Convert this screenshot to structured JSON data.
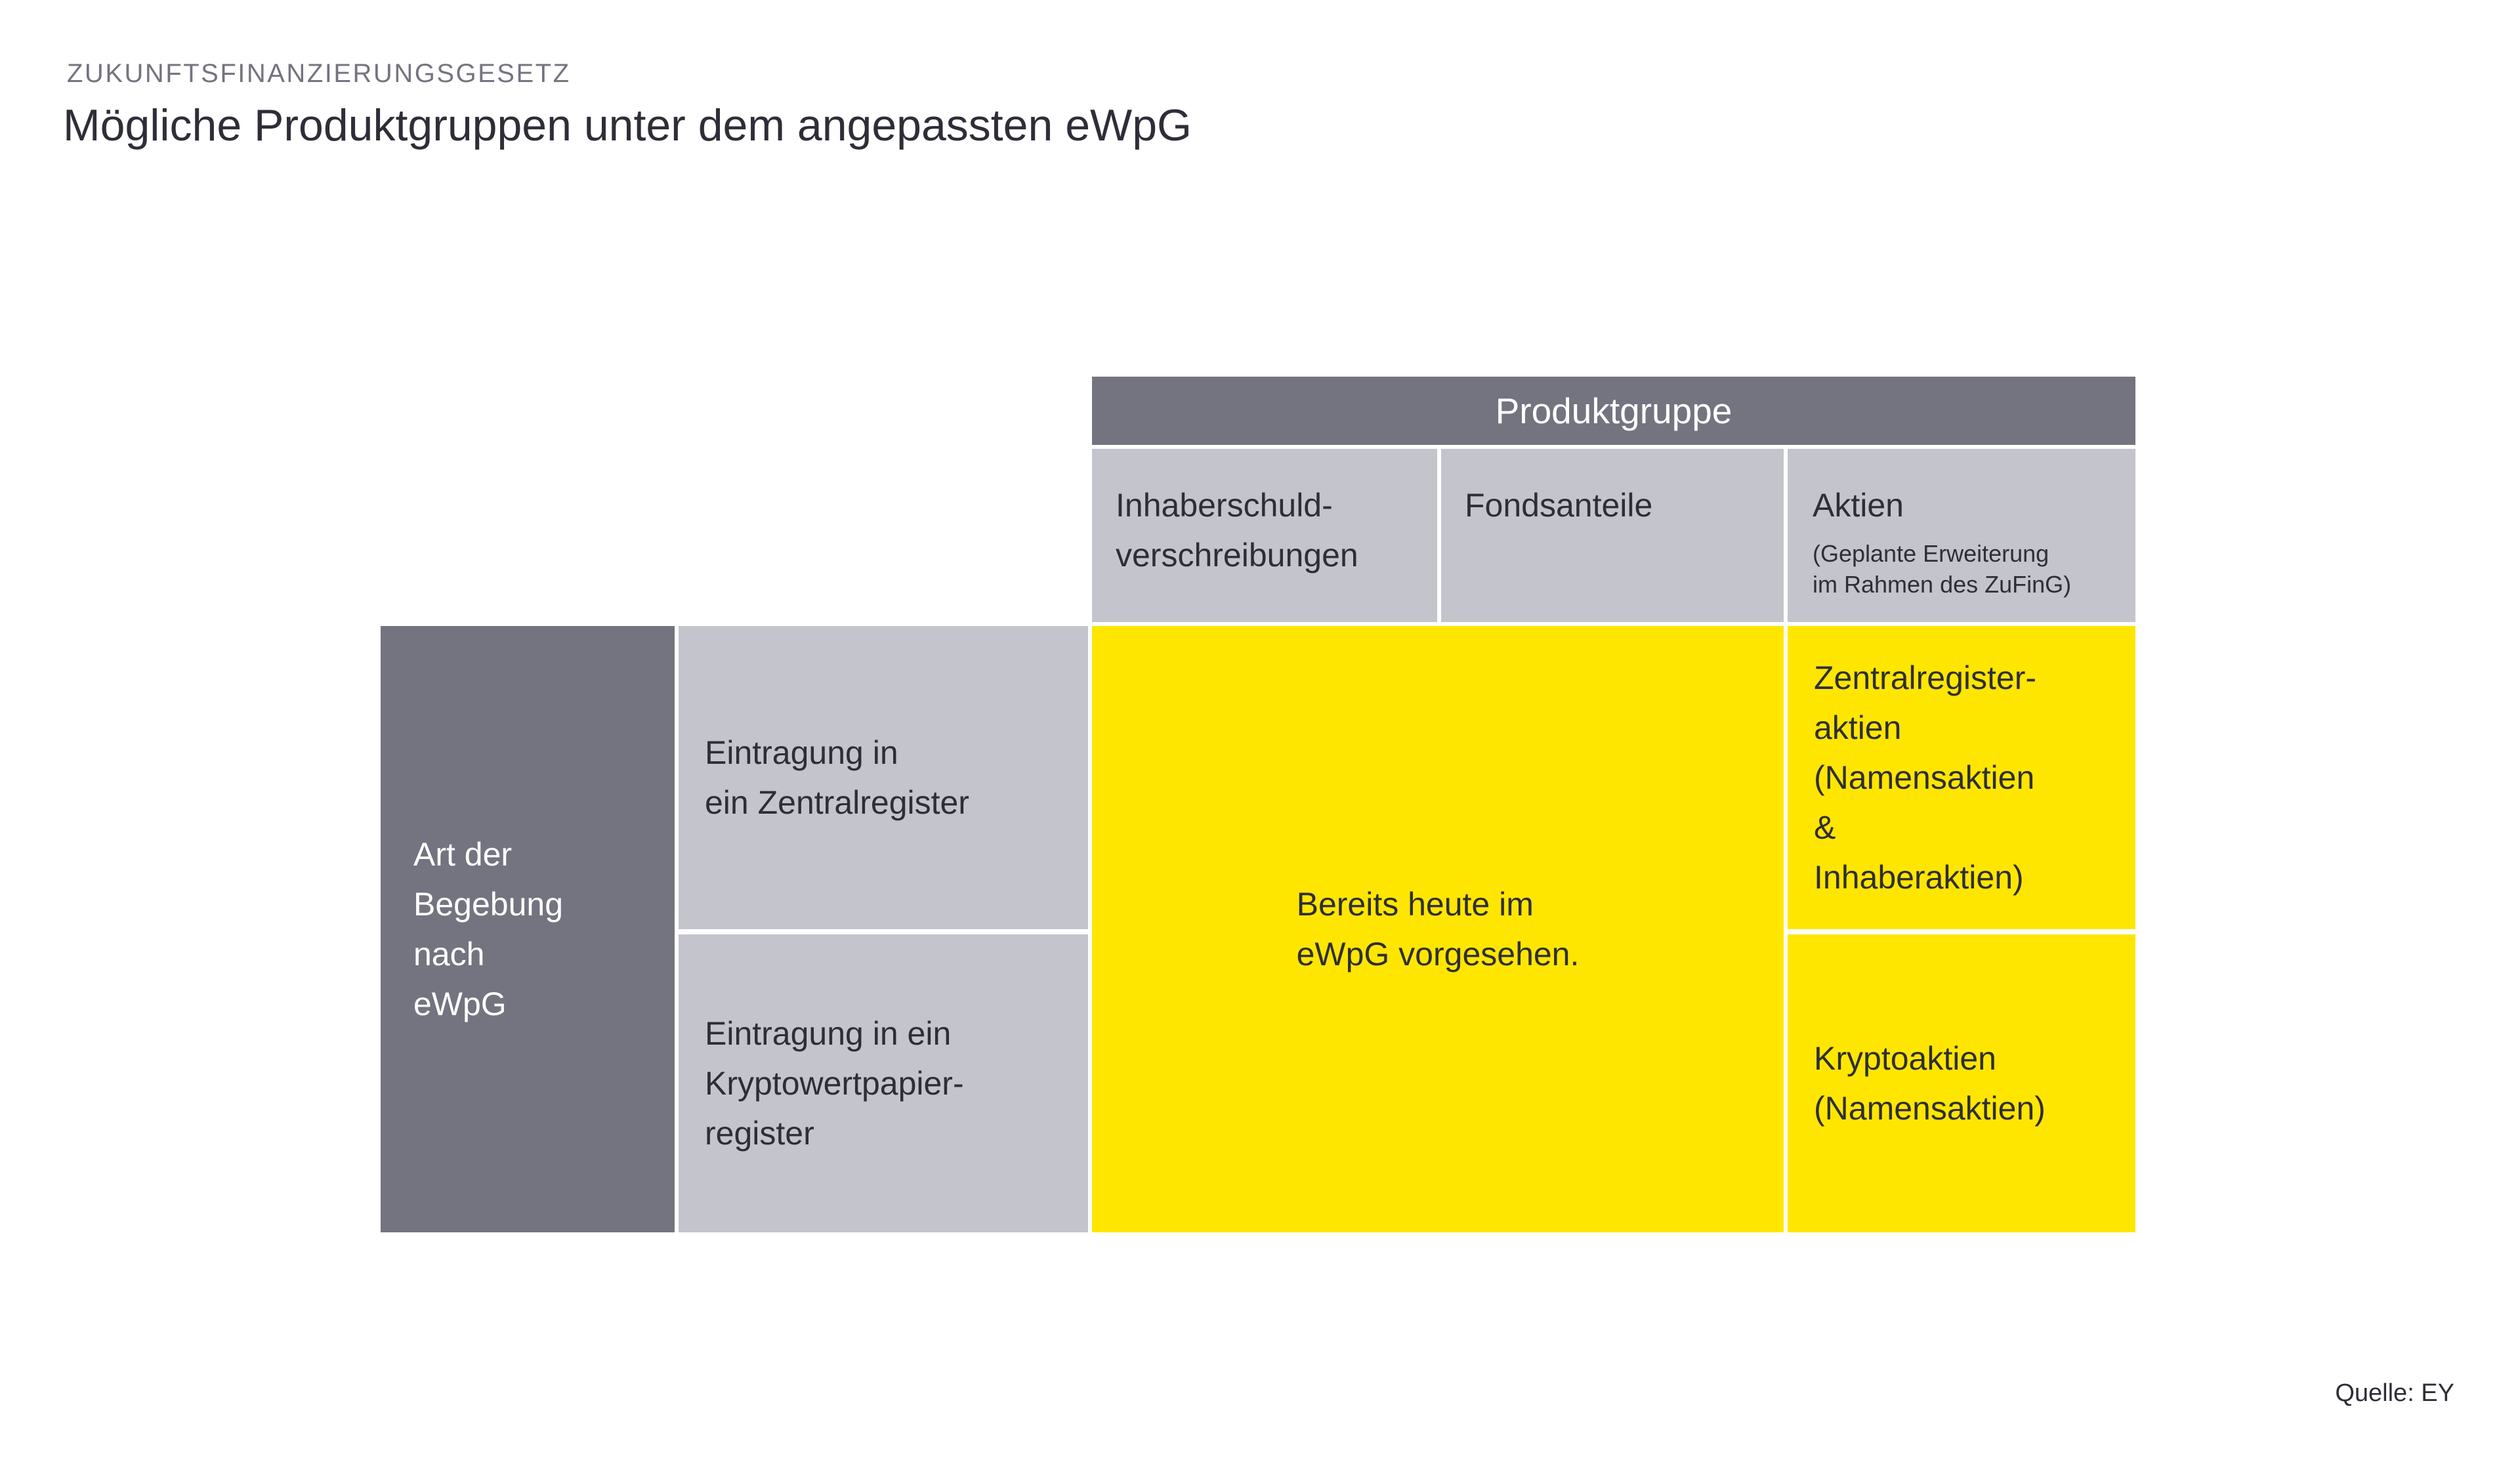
{
  "page": {
    "eyebrow": "ZUKUNFTSFINANZIERUNGSGESETZ",
    "title": "Mögliche Produktgruppen unter dem angepassten eWpG",
    "source": "Quelle: EY"
  },
  "colors": {
    "accent_yellow": "#FFE600",
    "dark_gray": "#747480",
    "light_gray": "#C4C4CD",
    "text_dark": "#2E2E38",
    "text_on_dark": "#FFFFFF"
  },
  "matrix": {
    "column_group_header": "Produktgruppe",
    "columns": [
      {
        "label": "Inhaberschuld-\nverschreibungen"
      },
      {
        "label": "Fondsanteile"
      },
      {
        "label": "Aktien",
        "sublabel": "(Geplante Erweiterung\nim Rahmen des ZuFinG)"
      }
    ],
    "row_axis_label": "Art der\nBegebung\nnach\neWpG",
    "rows": [
      {
        "label": "Eintragung in\nein Zentralregister"
      },
      {
        "label": "Eintragung in ein\nKryptowertpapier-\nregister"
      }
    ],
    "cells": {
      "existing_span": "Bereits heute im\neWpG vorgesehen.",
      "zentralregister_aktien": "Zentralregister-\naktien\n(Namensaktien\n&\nInhaberaktien)",
      "krypto_aktien": "Kryptoaktien\n(Namensaktien)"
    }
  }
}
